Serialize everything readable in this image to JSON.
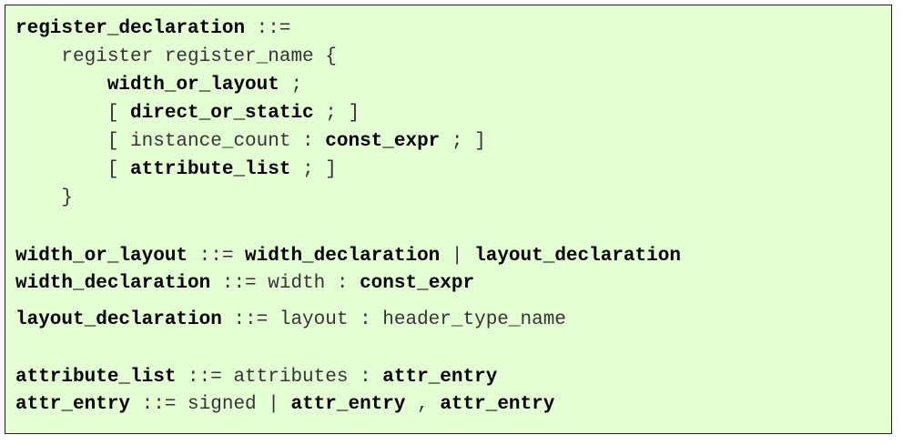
{
  "grammar": {
    "l1": {
      "nt": "register_declaration",
      "op": " ::="
    },
    "l2": {
      "t": "    register register_name {"
    },
    "l3": {
      "indent": "        ",
      "nt": "width_or_layout",
      "t": " ;"
    },
    "l4": {
      "indent": "        [ ",
      "nt": "direct_or_static",
      "t": " ; ]"
    },
    "l5": {
      "indent": "        [ instance_count : ",
      "nt": "const_expr",
      "t": " ; ]"
    },
    "l6": {
      "indent": "        [ ",
      "nt": "attribute_list",
      "t": " ; ]"
    },
    "l7": {
      "t": "    }"
    },
    "l8": {
      "nt1": "width_or_layout",
      "op": " ::= ",
      "nt2": "width_declaration",
      "bar": " | ",
      "nt3": "layout_declaration"
    },
    "l9": {
      "nt1": "width_declaration",
      "op": " ::= width : ",
      "nt2": "const_expr"
    },
    "l10": {
      "nt1": "layout_declaration",
      "op": " ::= layout : header_type_name"
    },
    "l11": {
      "nt1": "attribute_list",
      "op": " ::= attributes : ",
      "nt2": "attr_entry"
    },
    "l12": {
      "nt1": "attr_entry",
      "op": " ::= signed | ",
      "nt2": "attr_entry",
      "sep": " , ",
      "nt3": "attr_entry"
    }
  }
}
